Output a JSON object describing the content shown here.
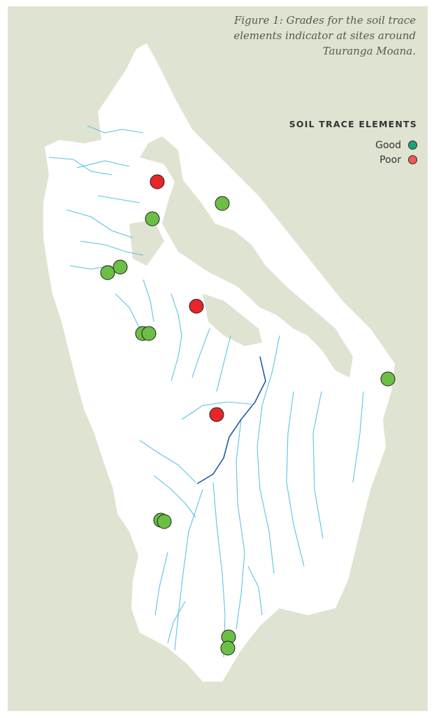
{
  "figure": {
    "caption_line1": "Figure 1: Grades for the soil trace",
    "caption_line2": "elements indicator at sites around",
    "caption_line3": "Tauranga Moana."
  },
  "legend": {
    "title": "SOIL TRACE ELEMENTS",
    "items": [
      {
        "label": "Good",
        "color": "#1aa37a"
      },
      {
        "label": "Poor",
        "color": "#ee5a5a"
      }
    ]
  },
  "colors": {
    "background": "#dfe3d1",
    "land": "#ffffff",
    "streams": "#5bc3e4",
    "main_river": "#2458a8",
    "site_good": "#6cbf45",
    "site_poor": "#e8262a"
  },
  "sites": [
    {
      "grade": "Poor"
    },
    {
      "grade": "Good"
    },
    {
      "grade": "Good"
    },
    {
      "grade": "Good"
    },
    {
      "grade": "Good"
    },
    {
      "grade": "Poor"
    },
    {
      "grade": "Good"
    },
    {
      "grade": "Good"
    },
    {
      "grade": "Good"
    },
    {
      "grade": "Poor"
    },
    {
      "grade": "Good"
    },
    {
      "grade": "Good"
    },
    {
      "grade": "Good"
    },
    {
      "grade": "Good"
    }
  ]
}
